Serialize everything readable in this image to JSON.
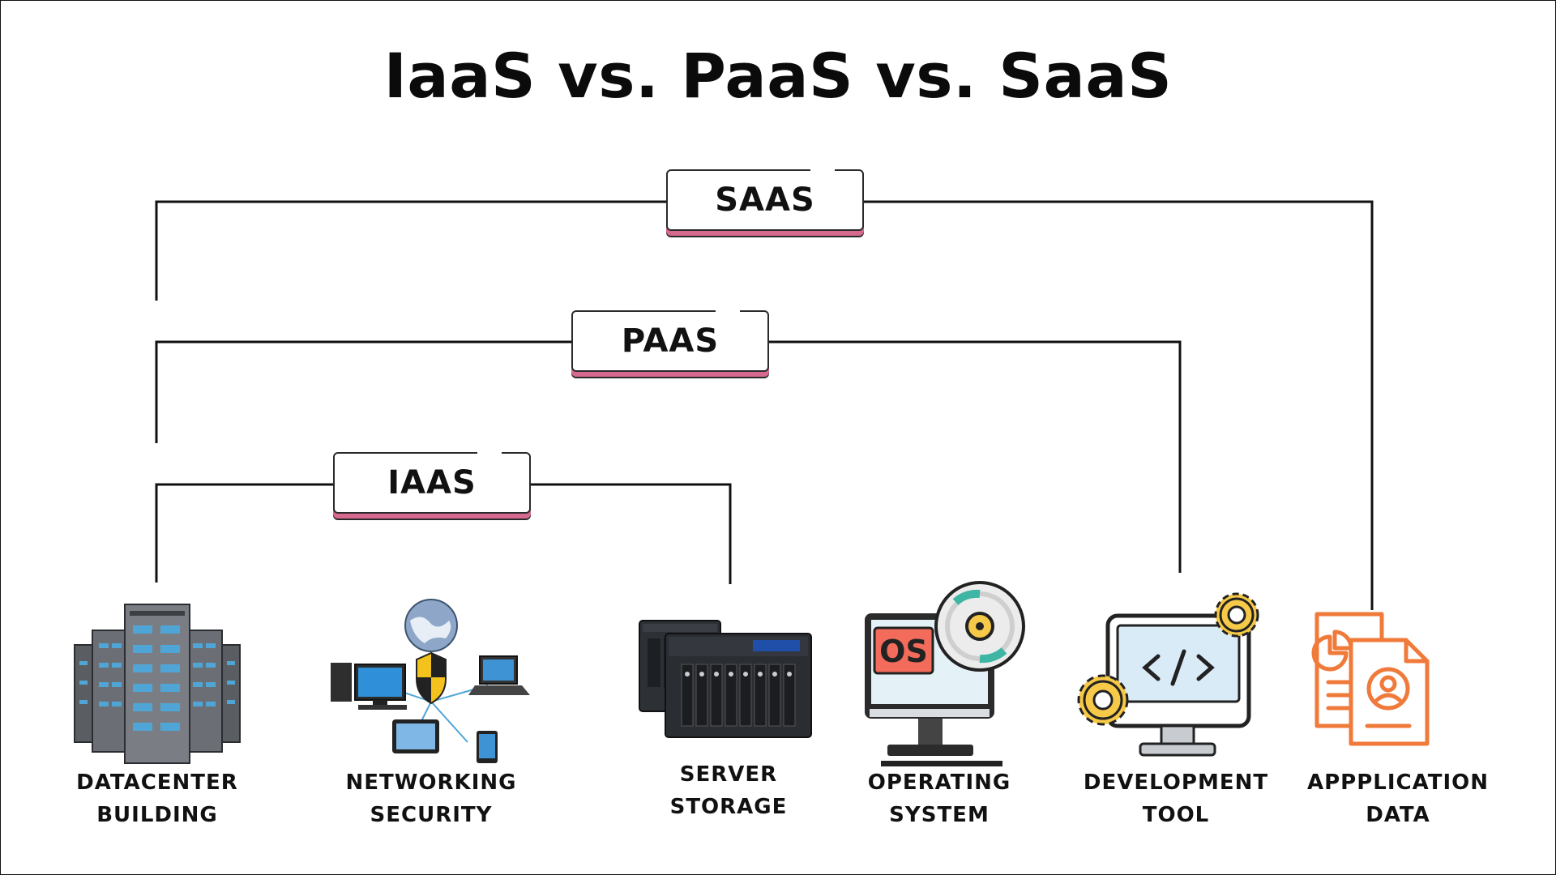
{
  "title": "IaaS vs. PaaS vs. SaaS",
  "tiers": {
    "saas": "SAAS",
    "paas": "PAAS",
    "iaas": "IAAS"
  },
  "components": [
    {
      "line1": "DATACENTER",
      "line2": "BUILDING",
      "icon": "server-rack-icon"
    },
    {
      "line1": "NETWORKING",
      "line2": "SECURITY",
      "icon": "network-security-icon"
    },
    {
      "line1": "SERVER",
      "line2": "STORAGE",
      "icon": "nas-storage-icon"
    },
    {
      "line1": "OPERATING",
      "line2": "SYSTEM",
      "icon": "os-monitor-icon"
    },
    {
      "line1": "DEVELOPMENT",
      "line2": "TOOL",
      "icon": "code-monitor-gears-icon"
    },
    {
      "line1": "APPPLICATION",
      "line2": "DATA",
      "icon": "document-profile-icon"
    }
  ],
  "colors": {
    "accent": "#d6698f",
    "line": "#111111",
    "os_red": "#f26b5b",
    "gear_yellow": "#f7c948",
    "doc_orange": "#f07a3a"
  }
}
